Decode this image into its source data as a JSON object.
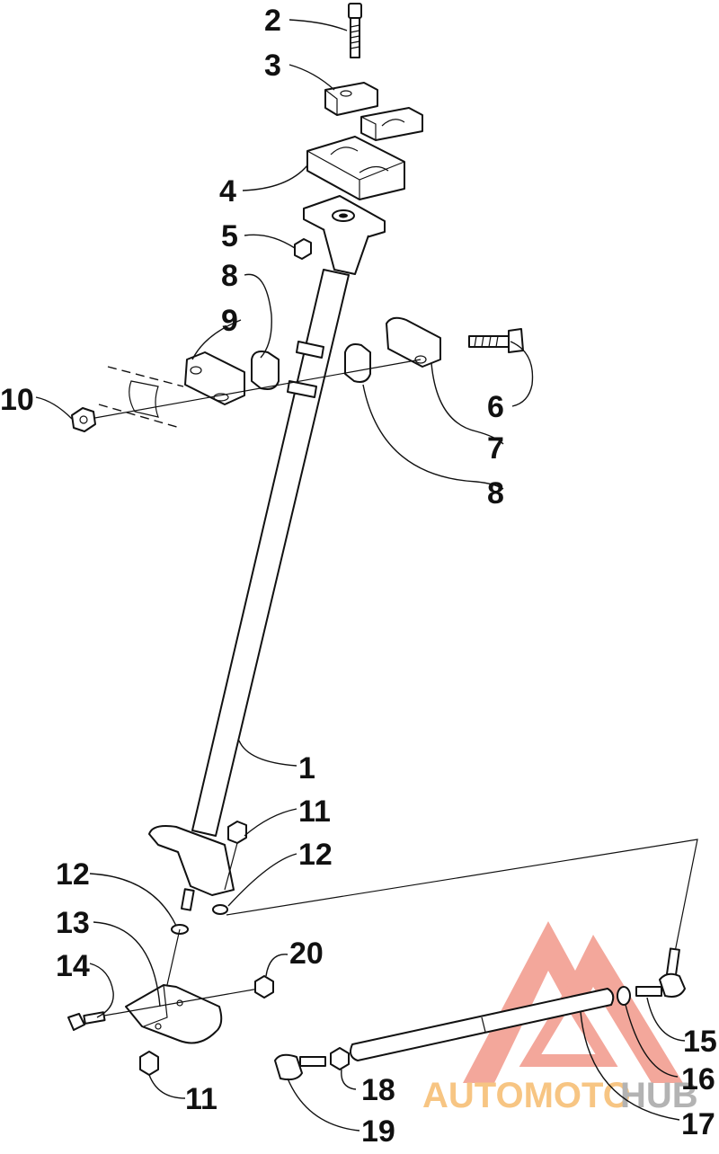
{
  "diagram": {
    "callouts": {
      "c1": "1",
      "c2": "2",
      "c3": "3",
      "c4": "4",
      "c5": "5",
      "c6": "6",
      "c7": "7",
      "c8a": "8",
      "c8b": "8",
      "c9": "9",
      "c10": "10",
      "c11a": "11",
      "c11b": "11",
      "c12a": "12",
      "c12b": "12",
      "c13": "13",
      "c14": "14",
      "c15": "15",
      "c16": "16",
      "c17": "17",
      "c18": "18",
      "c19": "19",
      "c20": "20"
    }
  },
  "watermark": {
    "part1": "AUTOMOTO",
    "part2": "HUB",
    "color_main": "#f08a7a",
    "color_accent": "#9a9a9a",
    "logo_name": "triangle-logo"
  }
}
